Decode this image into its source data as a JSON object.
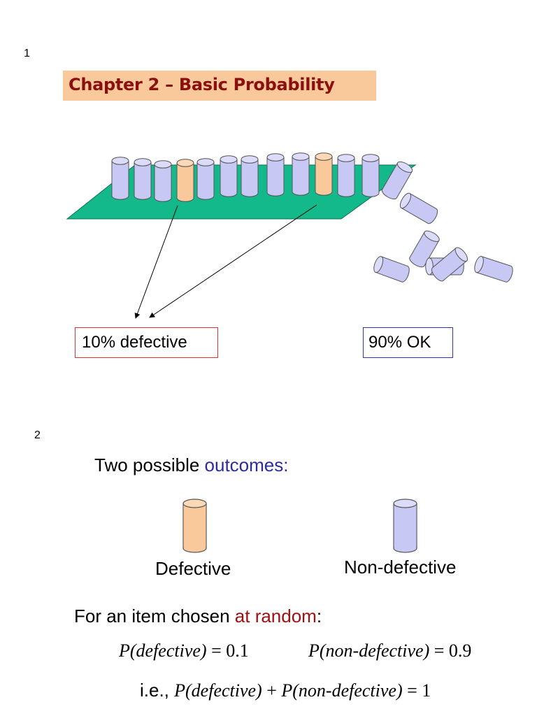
{
  "slide1": {
    "number": "1",
    "title": "Chapter 2 – Basic Probability",
    "defective_label": "10% defective",
    "ok_label": "90% OK"
  },
  "slide2": {
    "number": "2",
    "intro_prefix": "Two possible ",
    "intro_highlight": "outcomes:",
    "outcome_defective": "Defective",
    "outcome_nondefective": "Non-defective",
    "random_prefix": "For an item chosen ",
    "random_highlight": "at random",
    "random_suffix": ":",
    "p_def_expr": "P(defective)",
    "p_def_val": " = 0.1",
    "p_nondef_expr": "P(non-defective)",
    "p_nondef_val": " = 0.9",
    "ie_prefix": "i.e., ",
    "sum_term1": "P(defective)",
    "sum_plus": " + ",
    "sum_term2": "P(non-defective)",
    "sum_val": " = 1"
  },
  "colors": {
    "title_bg": "#f9c99b",
    "title_text": "#8b0f0f",
    "conveyor": "#13b98a",
    "ok_item": "#c8c8f4",
    "defective_item": "#f9c99b",
    "highlight_blue": "#2c2c9c",
    "highlight_red": "#a01010"
  }
}
